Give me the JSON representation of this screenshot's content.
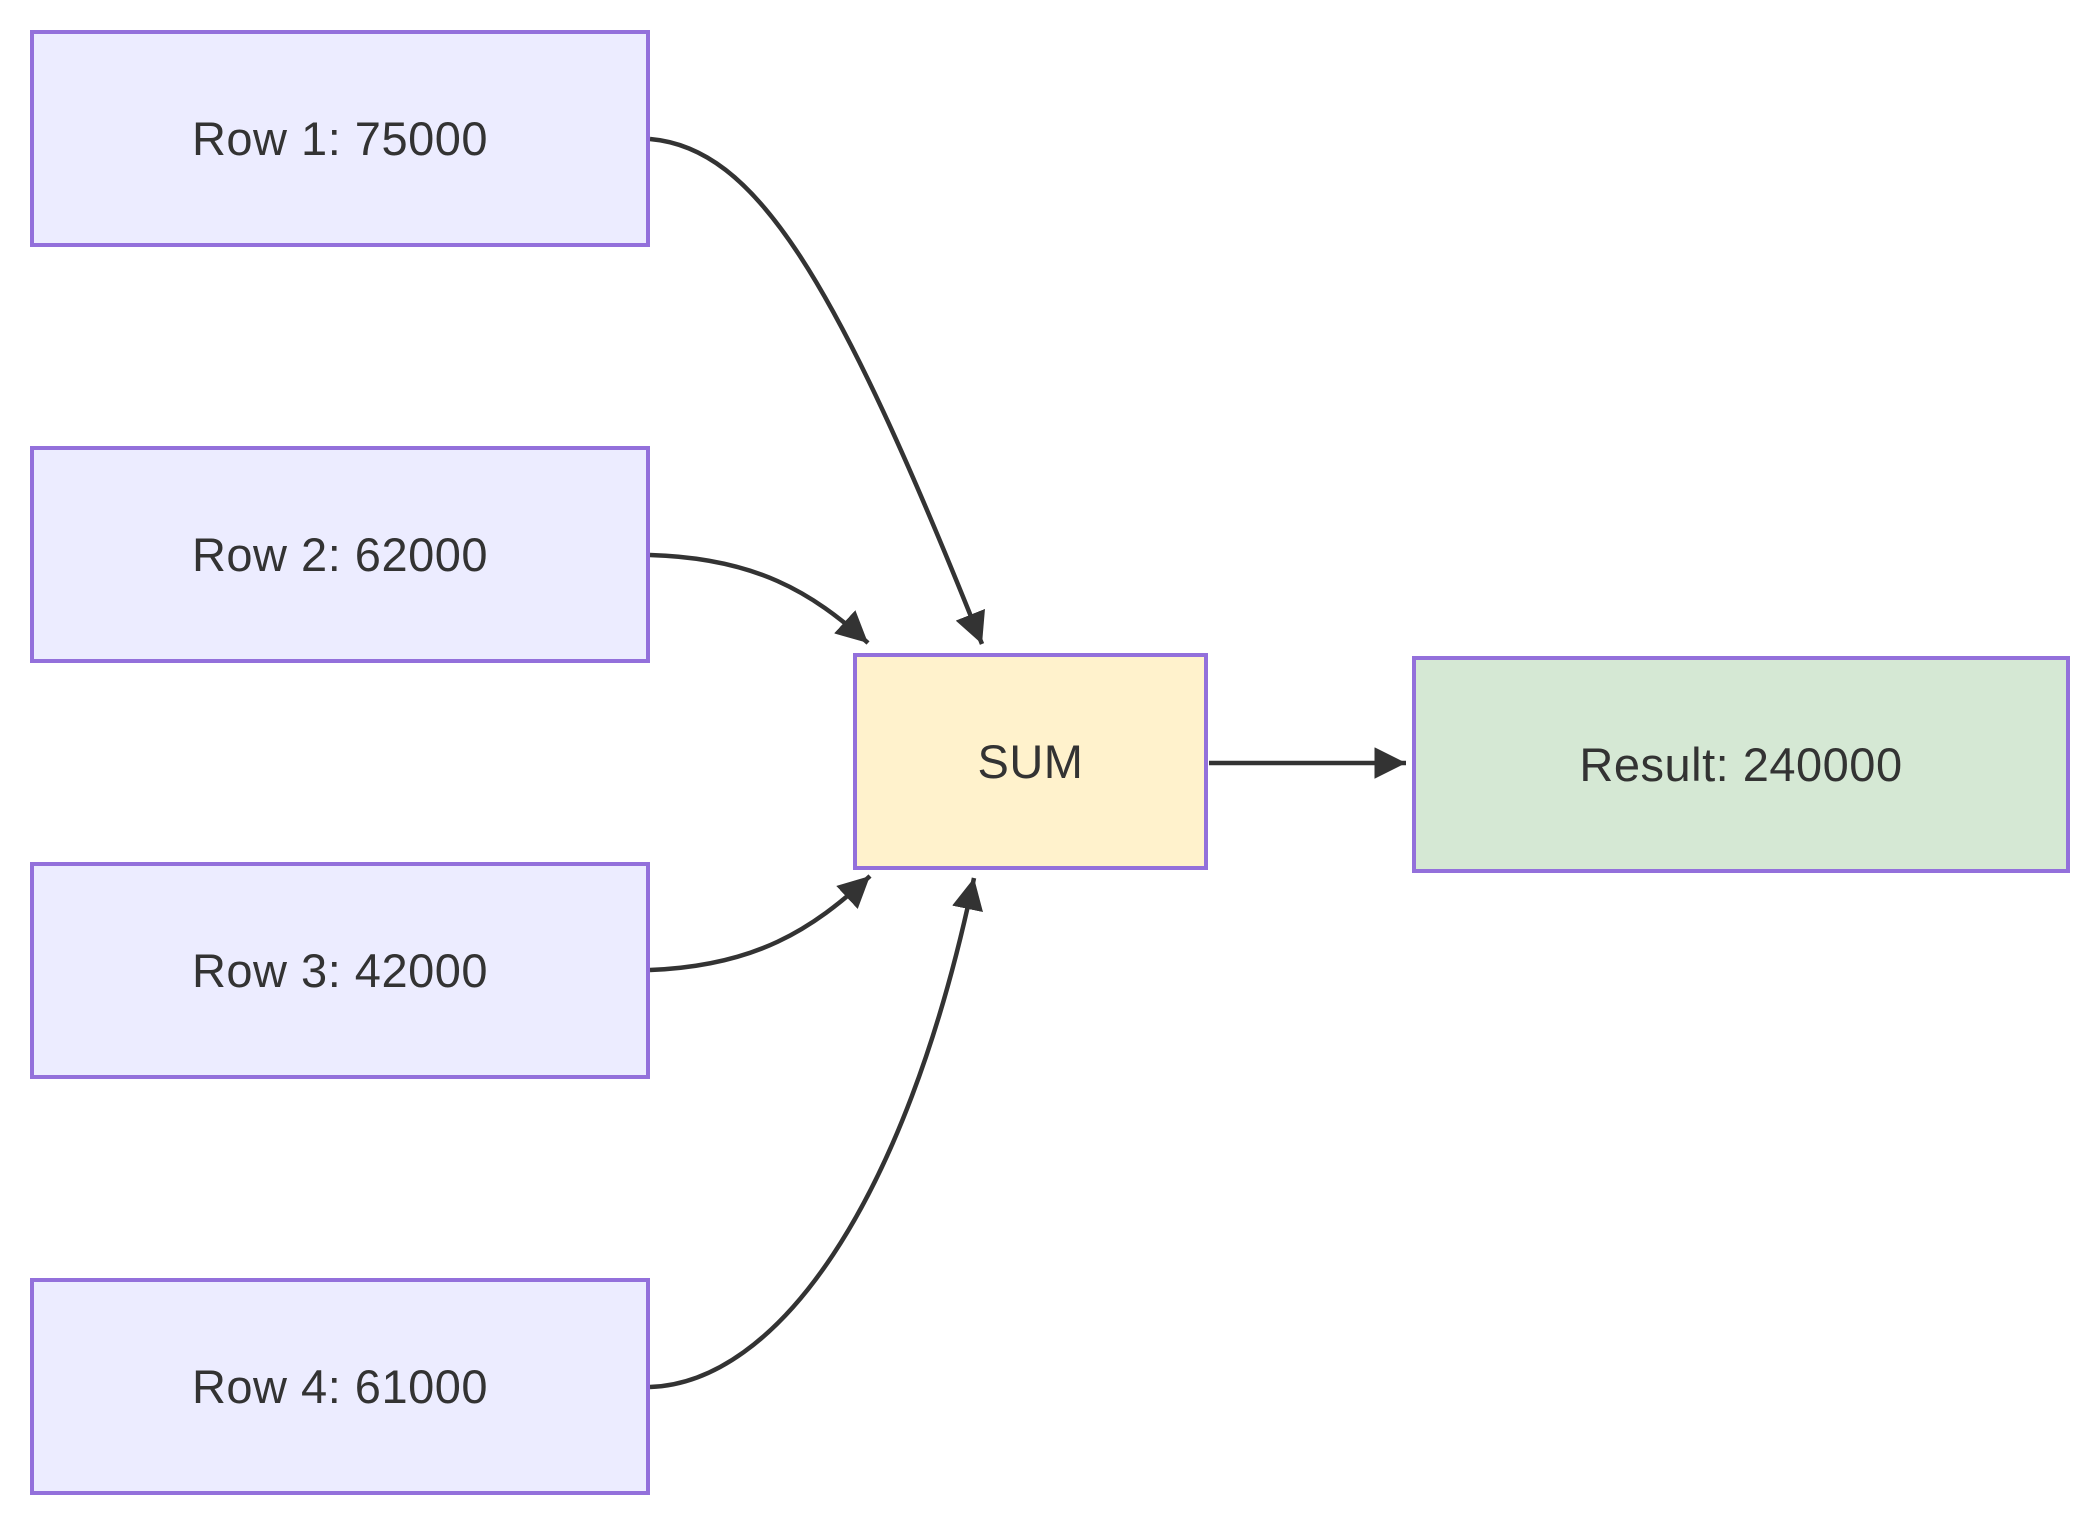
{
  "diagram": {
    "type": "flowchart",
    "description": "Four input row values flow into a SUM operator which produces a result",
    "nodes": {
      "row1": {
        "label": "Row 1: 75000",
        "role": "input",
        "value": 75000
      },
      "row2": {
        "label": "Row 2: 62000",
        "role": "input",
        "value": 62000
      },
      "row3": {
        "label": "Row 3: 42000",
        "role": "input",
        "value": 42000
      },
      "row4": {
        "label": "Row 4: 61000",
        "role": "input",
        "value": 61000
      },
      "sum": {
        "label": "SUM",
        "role": "operator"
      },
      "result": {
        "label": "Result: 240000",
        "role": "output",
        "value": 240000
      }
    },
    "edges": [
      {
        "from": "row1",
        "to": "sum"
      },
      {
        "from": "row2",
        "to": "sum"
      },
      {
        "from": "row3",
        "to": "sum"
      },
      {
        "from": "row4",
        "to": "sum"
      },
      {
        "from": "sum",
        "to": "result"
      }
    ],
    "colors": {
      "input_fill": "#ECECFF",
      "operator_fill": "#FFF2CC",
      "result_fill": "#D5E8D4",
      "node_border": "#9370DB",
      "edge_stroke": "#333333",
      "text": "#333333",
      "background": "#FFFFFF"
    }
  }
}
